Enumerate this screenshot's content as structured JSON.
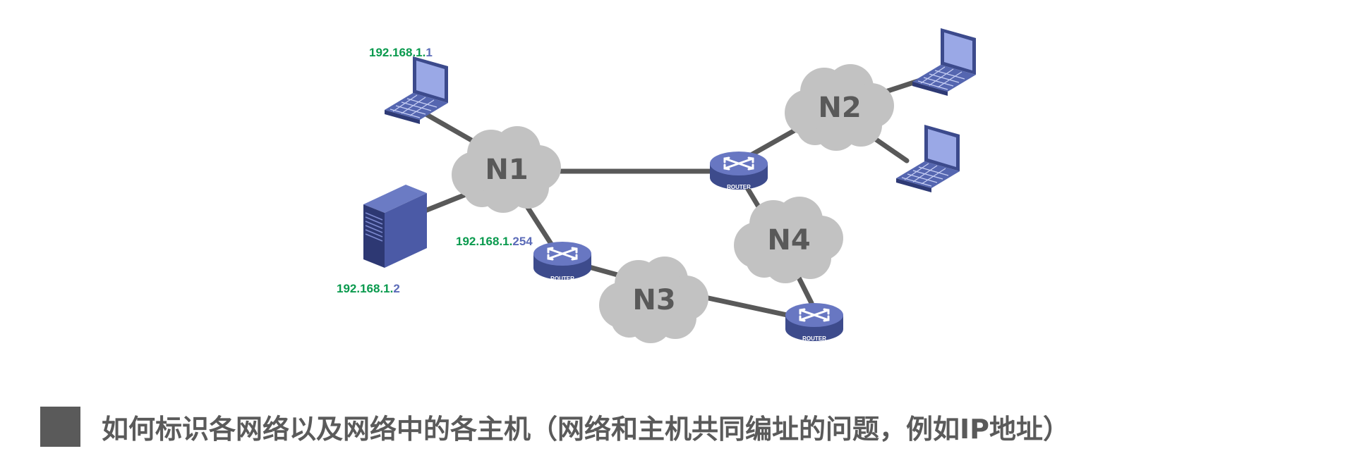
{
  "networks": [
    {
      "id": "N1",
      "label": "N1"
    },
    {
      "id": "N2",
      "label": "N2"
    },
    {
      "id": "N3",
      "label": "N3"
    },
    {
      "id": "N4",
      "label": "N4"
    }
  ],
  "routers": [
    {
      "id": "router-1",
      "label": "ROUTER"
    },
    {
      "id": "router-2",
      "label": "ROUTER"
    },
    {
      "id": "router-3",
      "label": "ROUTER"
    }
  ],
  "ip_labels": {
    "laptop_n1": {
      "net": "192.168.1.",
      "host": "1"
    },
    "router_n1": {
      "net": "192.168.1.",
      "host": "254"
    },
    "server_n1": {
      "net": "192.168.1.",
      "host": "2"
    }
  },
  "colors": {
    "cloud": "#c2c2c2",
    "link": "#595959",
    "device": "#4f5fa8",
    "ip_network_part": "#0a9a4e",
    "ip_host_part": "#5b6bb8"
  },
  "caption": {
    "text": "如何标识各网络以及网络中的各主机（网络和主机共同编址的问题，例如IP地址）"
  }
}
